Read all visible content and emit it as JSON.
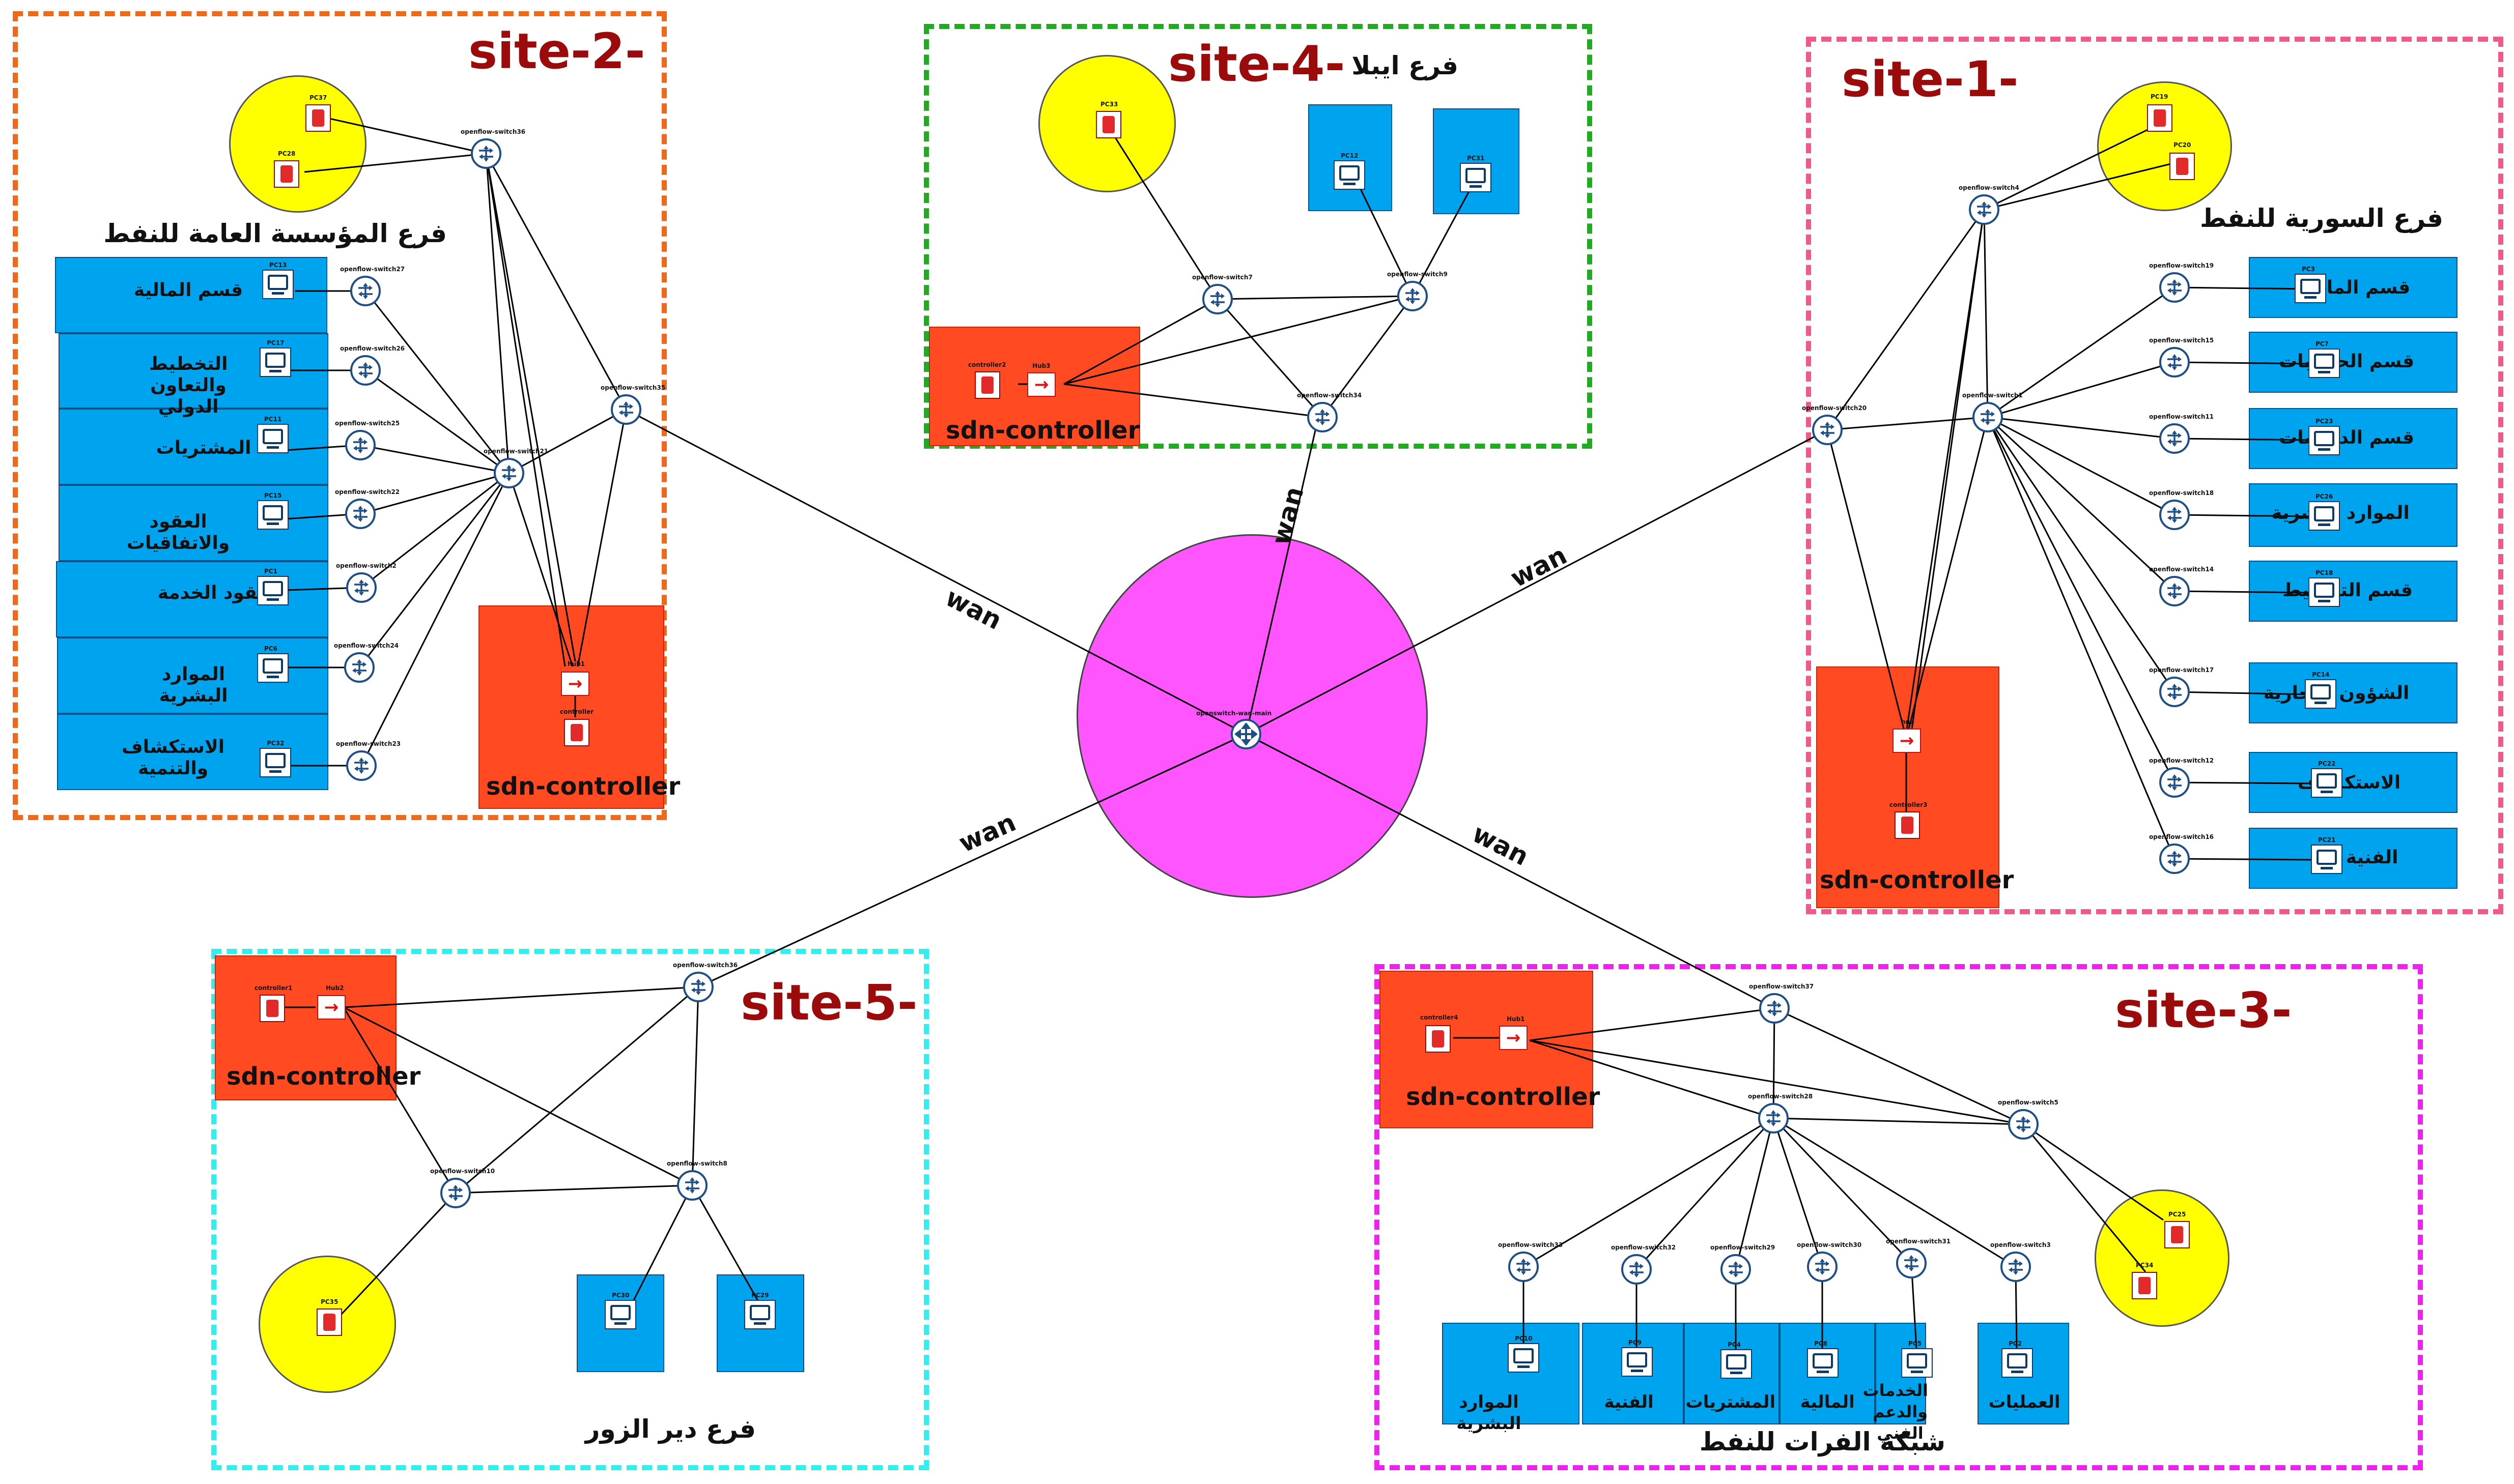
{
  "colors": {
    "site1_border": "#f05a8a",
    "site2_border": "#ee6a1a",
    "site3_border": "#ee22ee",
    "site4_border": "#22aa22",
    "site5_border": "#33eeee",
    "title": "#9b0b0b",
    "controller": "#ff4a22",
    "dept": "#00a4ee",
    "cloud": "#ffff00",
    "wan": "#ff55ff"
  },
  "wan": {
    "core_label": "openswitch-wan-main",
    "labels": [
      "wan",
      "wan",
      "wan",
      "wan",
      "wan"
    ]
  },
  "sites": {
    "site1": {
      "title": "site-1-",
      "caption": "فرع السورية للنفط",
      "controller_label": "sdn-controller",
      "hub_label": "hub",
      "controller_name": "controller3",
      "cloud_pcs": [
        "PC19",
        "PC20"
      ],
      "switches": [
        "openflow-switch4",
        "openflow-switch20",
        "openflow-switch1",
        "openflow-switch19",
        "openflow-switch15",
        "openflow-switch11",
        "openflow-switch18",
        "openflow-switch14",
        "openflow-switch17",
        "openflow-switch12",
        "openflow-switch16"
      ],
      "departments": [
        {
          "name": "قسم المالية",
          "pc": "PC3"
        },
        {
          "name": "قسم الحسابات",
          "pc": "PC7"
        },
        {
          "name": "قسم الدراسات",
          "pc": "PC23"
        },
        {
          "name": "الموارد البشرية",
          "pc": "PC26"
        },
        {
          "name": "قسم التخطيط",
          "pc": "PC18"
        },
        {
          "name": "الشؤون التجارية",
          "pc": "PC14"
        },
        {
          "name": "الاستكشاف",
          "pc": "PC22"
        },
        {
          "name": "الفنية",
          "pc": "PC21"
        }
      ]
    },
    "site2": {
      "title": "site-2-",
      "caption": "فرع المؤسسة العامة للنفط",
      "controller_label": "sdn-controller",
      "hub_label": "hub1",
      "controller_name": "controller",
      "cloud_pcs": [
        "PC37",
        "PC28"
      ],
      "switches": [
        "openflow-switch36",
        "openflow-switch35",
        "openflow-switch21",
        "openflow-switch27",
        "openflow-switch26",
        "openflow-switch25",
        "openflow-switch22",
        "openflow-switch2",
        "openflow-switch24",
        "openflow-switch23"
      ],
      "departments": [
        {
          "name": "قسم المالية",
          "pc": "PC13"
        },
        {
          "name": "التخطيط والتعاون الدولي",
          "pc": "PC17"
        },
        {
          "name": "المشتريات",
          "pc": "PC11"
        },
        {
          "name": "العقود والاتفاقيات",
          "pc": "PC15"
        },
        {
          "name": "عقود الخدمة",
          "pc": "PC1"
        },
        {
          "name": "الموارد البشرية",
          "pc": "PC6"
        },
        {
          "name": "الاستكشاف والتنمية",
          "pc": "PC32"
        }
      ]
    },
    "site3": {
      "title": "site-3-",
      "caption": "شبكة الفرات للنفط",
      "controller_label": "sdn-controller",
      "hub_label": "Hub1",
      "controller_name": "controller4",
      "cloud_pcs": [
        "PC25",
        "PC34"
      ],
      "switches": [
        "openflow-switch37",
        "openflow-switch28",
        "openflow-switch5",
        "openflow-switch33",
        "openflow-switch32",
        "openflow-switch29",
        "openflow-switch30",
        "openflow-switch31",
        "openflow-switch3"
      ],
      "departments": [
        {
          "name": "الموارد البشرية",
          "pc": "PC10"
        },
        {
          "name": "الفنية",
          "pc": "PC9"
        },
        {
          "name": "المشتريات",
          "pc": "PC4"
        },
        {
          "name": "المالية",
          "pc": "PC8"
        },
        {
          "name": "الخدمات والدعم الفني",
          "pc": "PC5"
        },
        {
          "name": "العمليات",
          "pc": "PC2"
        }
      ]
    },
    "site4": {
      "title": "site-4-",
      "caption": "فرع ايبلا",
      "controller_label": "sdn-controller",
      "hub_label": "Hub3",
      "controller_name": "controller2",
      "cloud_pcs": [
        "PC33"
      ],
      "switches": [
        "openflow-switch7",
        "openflow-switch9",
        "openflow-switch34"
      ],
      "pcs": [
        "PC12",
        "PC31"
      ]
    },
    "site5": {
      "title": "site-5-",
      "caption": "فرع دير الزور",
      "controller_label": "sdn-controller",
      "hub_label": "Hub2",
      "controller_name": "controller1",
      "cloud_pcs": [
        "PC35"
      ],
      "switches": [
        "openflow-switch36",
        "openflow-switch10",
        "openflow-switch8"
      ],
      "pcs": [
        "PC30",
        "PC29"
      ]
    }
  }
}
